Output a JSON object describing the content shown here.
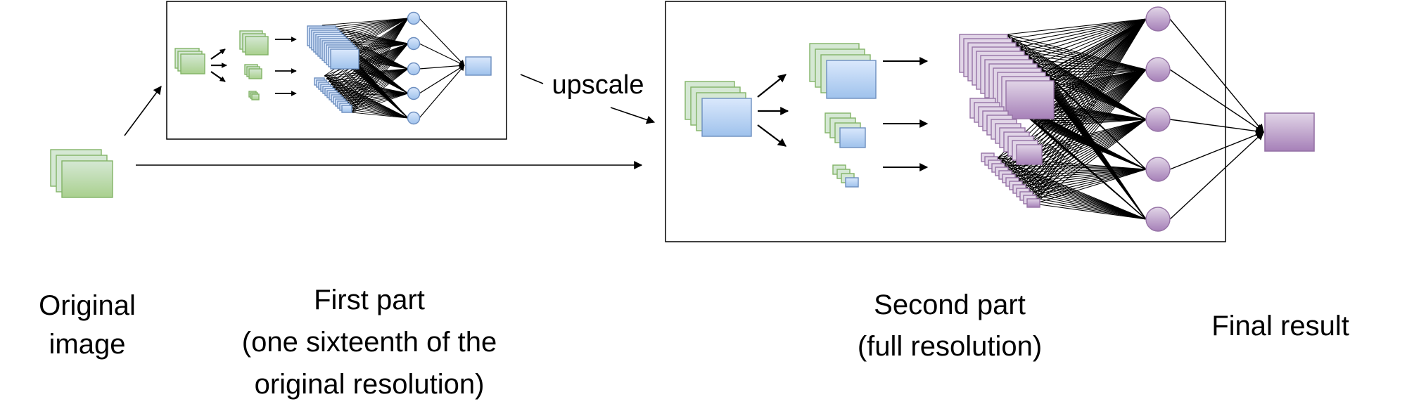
{
  "labels": {
    "upscale": "upscale",
    "original_line1": "Original",
    "original_line2": "image",
    "first_line1": "First part",
    "first_line2": "(one sixteenth of the",
    "first_line3": "original resolution)",
    "second_line1": "Second part",
    "second_line2": "(full resolution)",
    "final": "Final result"
  },
  "colors": {
    "green_fill": "#d5e8d4",
    "green_fill_dark": "#a9d08e",
    "green_stroke": "#82b366",
    "blue_fill": "#dae8fc",
    "blue_fill_dark": "#9fc2ec",
    "blue_stroke": "#6c8ebf",
    "purple_fill": "#e1d5e7",
    "purple_fill_dark": "#a680b8",
    "purple_stroke": "#9673a6",
    "line": "#000000"
  }
}
